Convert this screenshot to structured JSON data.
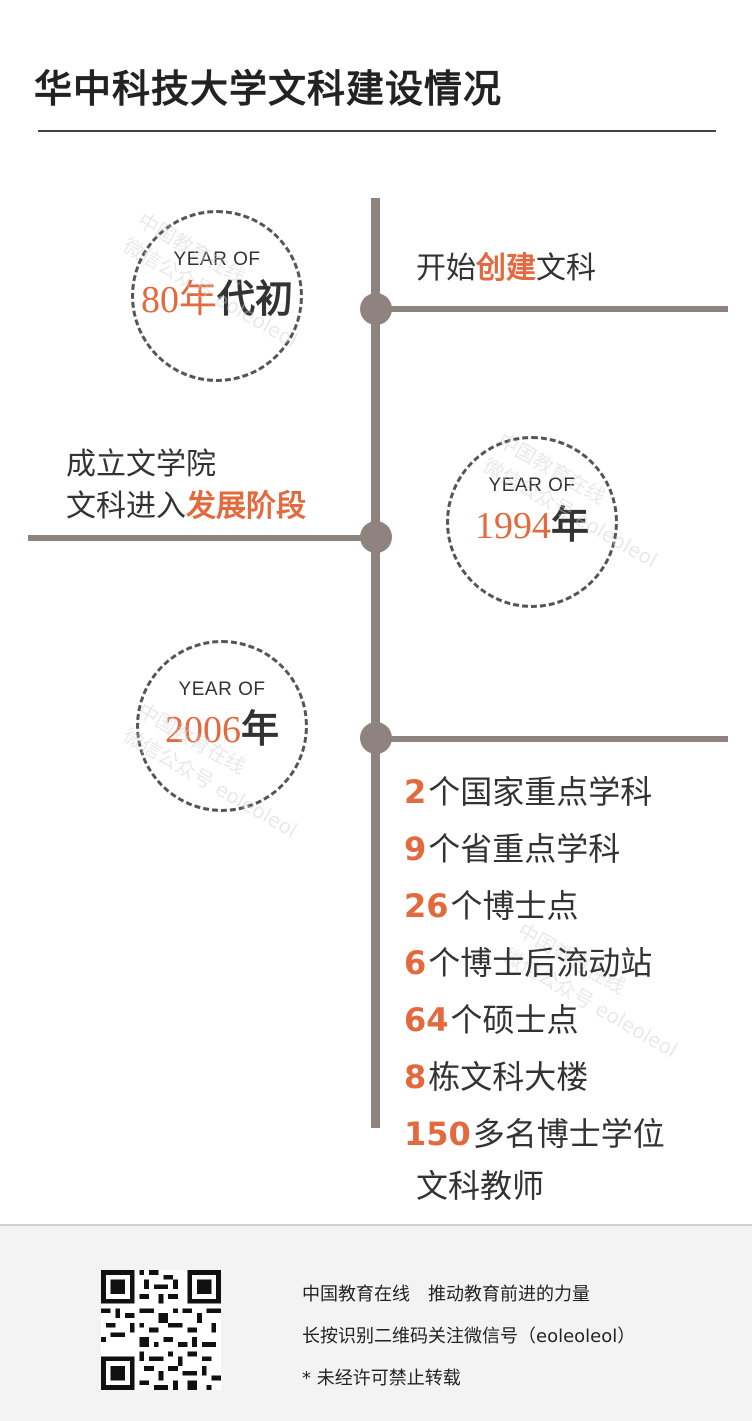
{
  "title": "华中科技大学文科建设情况",
  "timeline": [
    {
      "year_of": "YEAR OF",
      "year_num": "80年",
      "year_unit": "代初",
      "event_pre": "开始",
      "event_hl": "创建",
      "event_post": "文科"
    },
    {
      "year_of": "YEAR OF",
      "year_num": "1994",
      "year_unit": "年",
      "event_line1": "成立文学院",
      "event_pre": "文科进入",
      "event_hl": "发展阶段"
    },
    {
      "year_of": "YEAR OF",
      "year_num": "2006",
      "year_unit": "年"
    }
  ],
  "stats": [
    {
      "num": "2",
      "text": "个国家重点学科"
    },
    {
      "num": "9",
      "text": "个省重点学科"
    },
    {
      "num": "26",
      "text": "个博士点"
    },
    {
      "num": "6",
      "text": "个博士后流动站"
    },
    {
      "num": "64",
      "text": "个硕士点"
    },
    {
      "num": "8",
      "text": "栋文科大楼"
    },
    {
      "num": "150",
      "text": "多名博士学位"
    }
  ],
  "stats_tail": "文科教师",
  "watermark": {
    "line1": "中国教育在线",
    "line2": "微信公众号 eoleoleol"
  },
  "footer": {
    "line1": "中国教育在线　推动教育前进的力量",
    "line2": "长按识别二维码关注微信号（eoleoleol）",
    "line3": "* 未经许可禁止转载"
  },
  "colors": {
    "accent": "#e26a3e",
    "timeline": "#8f8380",
    "text": "#333333"
  }
}
